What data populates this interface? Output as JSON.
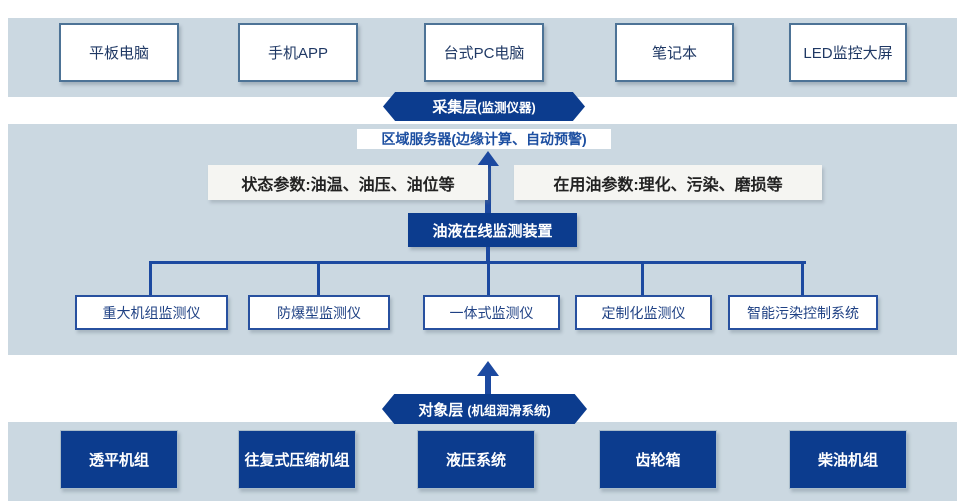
{
  "palette": {
    "band_bg": "#cbd8e1",
    "dark_blue": "#0c3c8e",
    "connector_blue": "#1c49a0",
    "top_box_border": "#4d7396",
    "child_box_border": "#27509f",
    "box_text_navy": "#1f3864",
    "server_text_blue": "#1d4fa1",
    "label_bg": "#f5f5f2"
  },
  "top_row": {
    "items": [
      "平板电脑",
      "手机APP",
      "台式PC电脑",
      "笔记本",
      "LED监控大屏"
    ]
  },
  "collection_layer": {
    "title": "采集层",
    "subtitle": "(监测仪器)"
  },
  "server_bar": {
    "label": "区域服务器(边缘计算、自动预警)"
  },
  "params": {
    "left": "状态参数:油温、油压、油位等",
    "right": "在用油参数:理化、污染、磨损等"
  },
  "central_device": {
    "label": "油液在线监测装置"
  },
  "monitor_row": {
    "items": [
      "重大机组监测仪",
      "防爆型监测仪",
      "一体式监测仪",
      "定制化监测仪",
      "智能污染控制系统"
    ]
  },
  "object_layer": {
    "title": "对象层",
    "subtitle": "(机组润滑系统)"
  },
  "bottom_row": {
    "items": [
      "透平机组",
      "往复式压缩机组",
      "液压系统",
      "齿轮箱",
      "柴油机组"
    ]
  }
}
